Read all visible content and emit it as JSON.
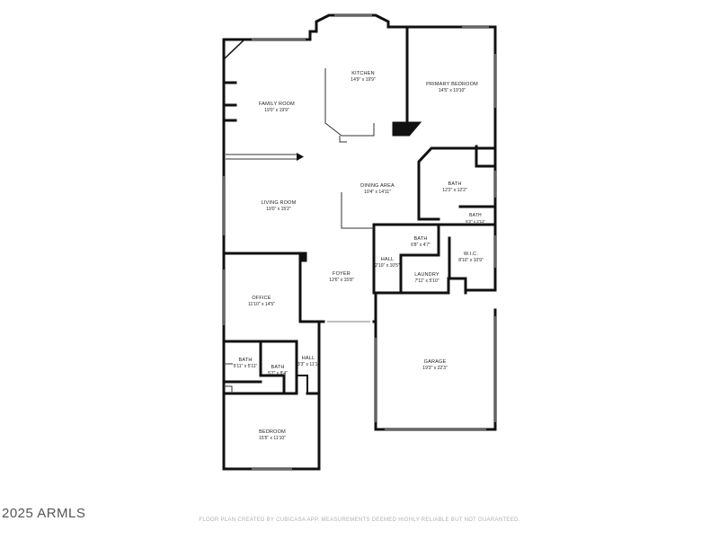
{
  "rooms": [
    {
      "id": "kitchen",
      "name": "KITCHEN",
      "dims": "14'9\" x 19'9\""
    },
    {
      "id": "primary-bedroom",
      "name": "PRIMARY BEDROOM",
      "dims": "14'5\" x 19'10\""
    },
    {
      "id": "family-room",
      "name": "FAMILY ROOM",
      "dims": "19'0\" x 19'9\""
    },
    {
      "id": "dining-area",
      "name": "DINING AREA",
      "dims": "10'4\" x 14'11\""
    },
    {
      "id": "bath-primary",
      "name": "BATH",
      "dims": "12'2\" x 12'2\""
    },
    {
      "id": "living-room",
      "name": "LIVING ROOM",
      "dims": "19'0\" x 15'2\""
    },
    {
      "id": "bath-small",
      "name": "BATH",
      "dims": "5'2\" x 2'11\""
    },
    {
      "id": "bath-hall",
      "name": "BATH",
      "dims": "6'8\" x 4'7\""
    },
    {
      "id": "wic",
      "name": "W.I.C.",
      "dims": "8'10\" x 10'9\""
    },
    {
      "id": "hall-east",
      "name": "HALL",
      "dims": "2'10\" x 10'5\""
    },
    {
      "id": "foyer",
      "name": "FOYER",
      "dims": "12'6\" x 15'8\""
    },
    {
      "id": "laundry",
      "name": "LAUNDRY",
      "dims": "7'11\" x 5'10\""
    },
    {
      "id": "office",
      "name": "OFFICE",
      "dims": "11'10\" x 14'5\""
    },
    {
      "id": "garage",
      "name": "GARAGE",
      "dims": "19'3\" x 22'3\""
    },
    {
      "id": "bath-west",
      "name": "BATH",
      "dims": "5'11\" x 5'11\""
    },
    {
      "id": "hall-west",
      "name": "HALL",
      "dims": "3'3\" x 11'1\""
    },
    {
      "id": "bath-mid",
      "name": "BATH",
      "dims": "5'7\" x 8'4\""
    },
    {
      "id": "bedroom",
      "name": "BEDROOM",
      "dims": "15'5\" x 11'10\""
    }
  ],
  "watermark": "2025 ARMLS",
  "disclaimer": "FLOOR PLAN CREATED BY CUBICASA APP. MEASUREMENTS DEEMED HIGHLY RELIABLE BUT NOT GUARANTEED.",
  "colors": {
    "wall": "#111111",
    "window": "#9a9a9a",
    "background": "#ffffff"
  }
}
